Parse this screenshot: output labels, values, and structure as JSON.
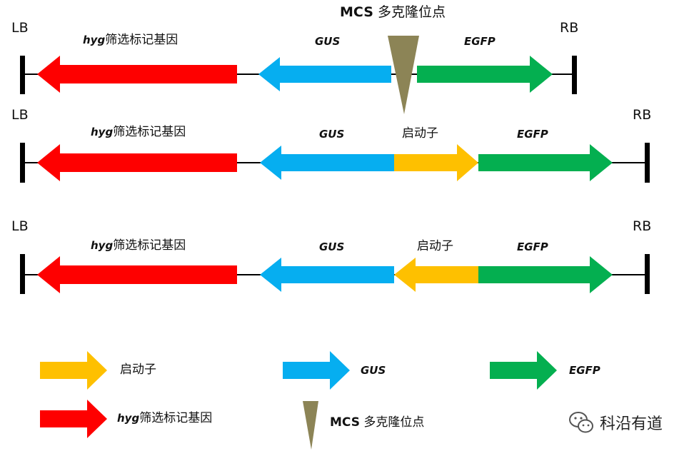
{
  "colors": {
    "red": "#fe0000",
    "blue": "#06aef0",
    "green": "#04af50",
    "yellow": "#fec000",
    "mcs": "#8c8456",
    "bar": "#000000"
  },
  "top_label": {
    "mcs": "MCS",
    "text": "多克隆位点"
  },
  "rows": [
    {
      "lb": "LB",
      "rb": "RB",
      "hyg": {
        "gene": "hyg",
        "text": "筛选标记基因"
      },
      "gus": "GUS",
      "egfp": "EGFP"
    },
    {
      "lb": "LB",
      "rb": "RB",
      "hyg": {
        "gene": "hyg",
        "text": "筛选标记基因"
      },
      "gus": "GUS",
      "promoter": "启动子",
      "egfp": "EGFP"
    },
    {
      "lb": "LB",
      "rb": "RB",
      "hyg": {
        "gene": "hyg",
        "text": "筛选标记基因"
      },
      "gus": "GUS",
      "promoter": "启动子",
      "egfp": "EGFP"
    }
  ],
  "legend": {
    "promoter": "启动子",
    "gus": "GUS",
    "egfp": "EGFP",
    "hyg": {
      "gene": "hyg",
      "text": "筛选标记基因"
    },
    "mcs": {
      "mcs": "MCS",
      "text": "多克隆位点"
    }
  },
  "watermark": {
    "text": "科沿有道",
    "icon": "wechat-icon"
  }
}
